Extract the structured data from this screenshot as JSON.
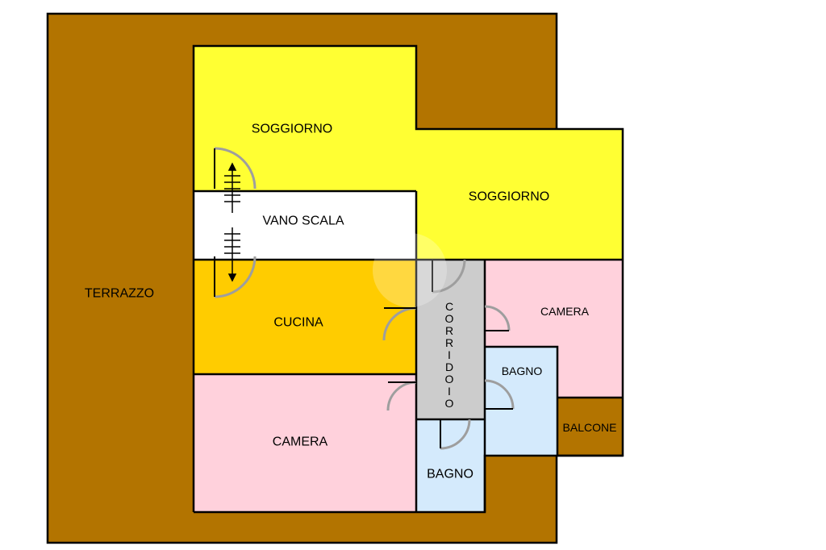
{
  "colors": {
    "terrace": "#b37400",
    "living": "#ffff33",
    "stairwell": "#ffffff",
    "kitchen": "#ffcc00",
    "bedroom": "#ffd1dc",
    "bathroom": "#d4eafc",
    "corridor": "#cccccc",
    "balcony": "#b37400",
    "door": "#9e9e9e",
    "wall": "#000000"
  },
  "rooms": {
    "terrazzo": "TERRAZZO",
    "soggiorno_1": "SOGGIORNO",
    "soggiorno_2": "SOGGIORNO",
    "vano_scala": "VANO SCALA",
    "cucina": "CUCINA",
    "corridoio": [
      "C",
      "O",
      "R",
      "R",
      "I",
      "D",
      "O",
      "I",
      "O"
    ],
    "camera_1": "CAMERA",
    "camera_2": "CAMERA",
    "bagno_1": "BAGNO",
    "bagno_2": "BAGNO",
    "balcone": "BALCONE"
  },
  "icons": {
    "stairs_up": "stairs-arrow-up-icon",
    "stairs_down": "stairs-arrow-down-icon",
    "watermark": "watermark-logo-icon"
  }
}
